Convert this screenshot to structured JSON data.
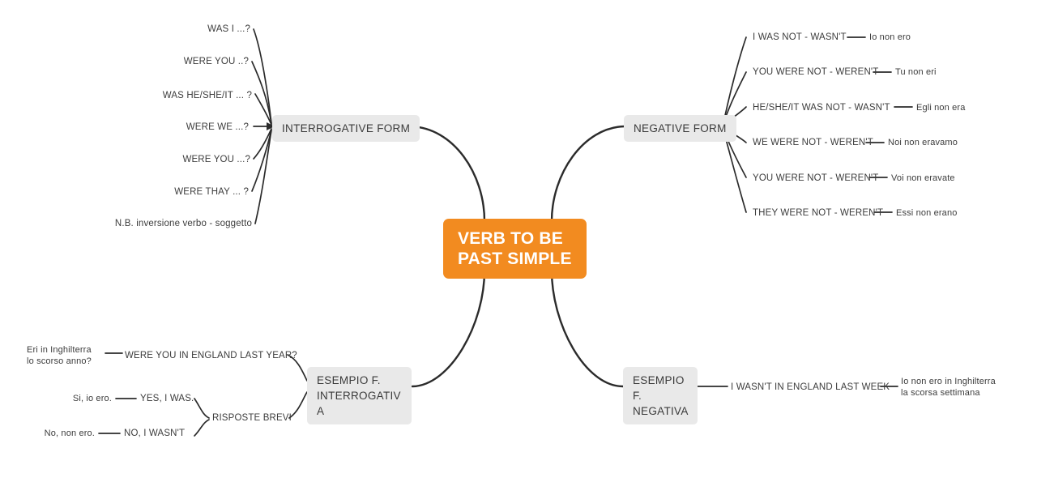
{
  "title": "VERB TO BE PAST SIMPLE mind map",
  "colors": {
    "root_bg": "#F28B20",
    "root_text": "#FFFFFF",
    "branch_bg": "#E9E9E9",
    "branch_text": "#3A3A3A",
    "leaf_text": "#3C3C3C",
    "link": "#2B2B2B",
    "background": "#FFFFFF"
  },
  "root": {
    "lines": [
      "VERB TO BE",
      "PAST SIMPLE"
    ]
  },
  "branches": {
    "interrogative": {
      "label": "INTERROGATIVE FORM"
    },
    "negative": {
      "label": "NEGATIVE FORM"
    },
    "esempio_interrogativa": {
      "lines": [
        "ESEMPIO F.",
        "INTERROGATIV",
        "A"
      ]
    },
    "esempio_negativa": {
      "lines": [
        "ESEMPIO",
        "F.",
        "NEGATIVA"
      ]
    }
  },
  "interrogative_items": [
    {
      "text": "WAS I ...?"
    },
    {
      "text": "WERE YOU ..?"
    },
    {
      "text": "WAS HE/SHE/IT ... ?"
    },
    {
      "text": "WERE WE ...?"
    },
    {
      "text": "WERE YOU ...?"
    },
    {
      "text": "WERE THAY ... ?"
    },
    {
      "text": "N.B. inversione verbo - soggetto"
    }
  ],
  "negative_items": [
    {
      "english": "I WAS NOT -  WASN'T",
      "italian": "Io non ero"
    },
    {
      "english": "YOU WERE NOT -  WEREN'T",
      "italian": "Tu non eri"
    },
    {
      "english": "HE/SHE/IT  WAS NOT - WASN'T",
      "italian": "Egli non era"
    },
    {
      "english": "WE WERE NOT - WEREN'T",
      "italian": "Noi non eravamo"
    },
    {
      "english": "YOU WERE NOT - WEREN'T",
      "italian": "Voi non eravate"
    },
    {
      "english": "THEY WERE NOT - WEREN'T",
      "italian": "Essi non erano"
    }
  ],
  "esempio_interrogativa_items": {
    "question": {
      "english": "WERE YOU IN ENGLAND LAST YEAR?",
      "italian_lines": [
        "Eri in Inghilterra",
        "lo scorso anno?"
      ]
    },
    "risposte_label": "RISPOSTE BREVI",
    "risposte": [
      {
        "english": "YES, I WAS.",
        "italian": "Si, io ero."
      },
      {
        "english": "NO, I WASN'T",
        "italian": "No, non ero."
      }
    ]
  },
  "esempio_negativa_items": {
    "english": "I WASN'T IN ENGLAND LAST WEEK",
    "italian_lines": [
      "Io non ero in Inghilterra",
      "la scorsa settimana"
    ]
  }
}
